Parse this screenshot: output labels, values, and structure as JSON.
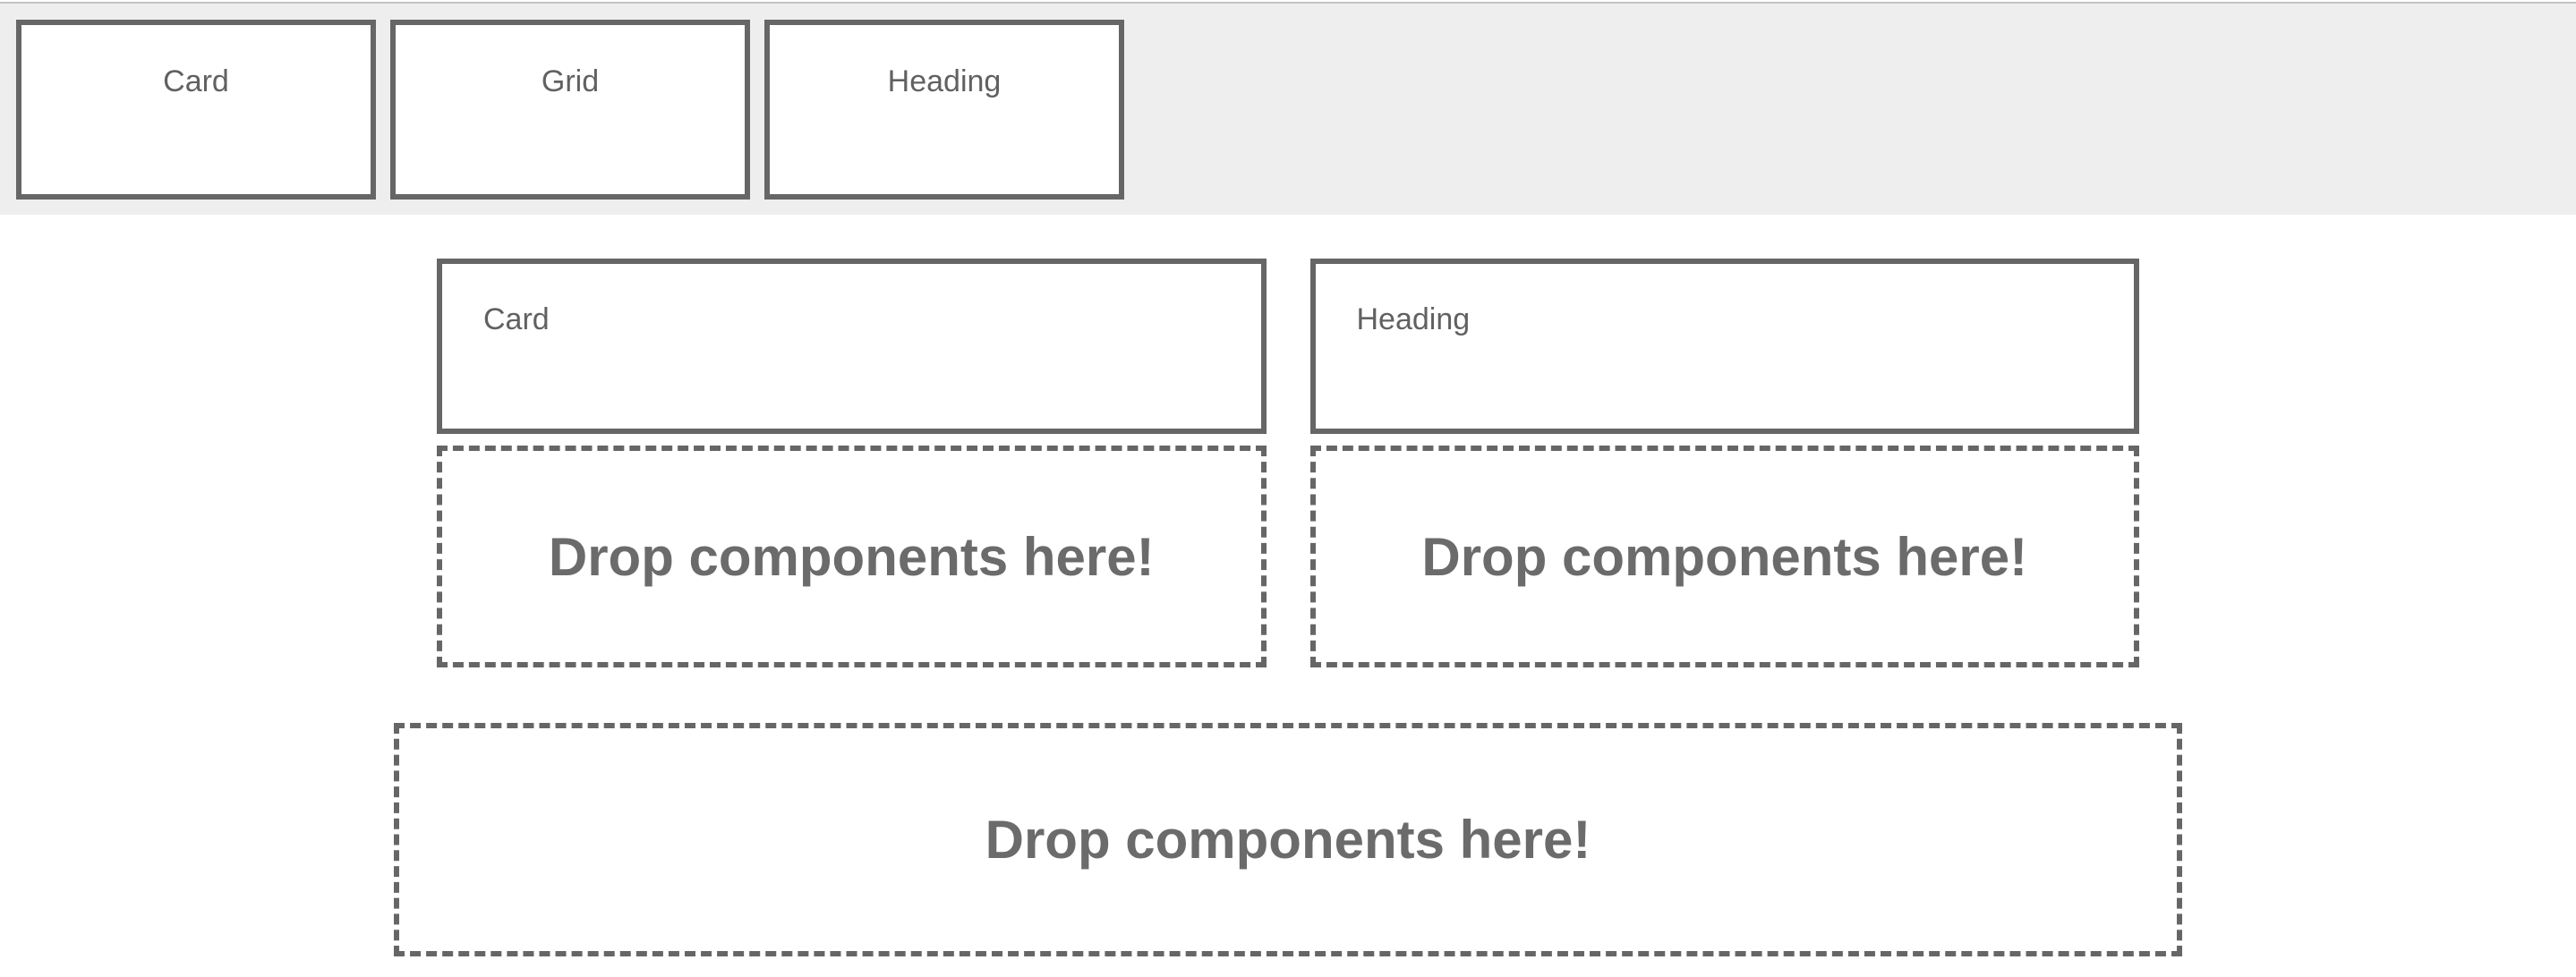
{
  "palette": {
    "items": [
      {
        "label": "Card"
      },
      {
        "label": "Grid"
      },
      {
        "label": "Heading"
      }
    ]
  },
  "canvas": {
    "columns": [
      {
        "component": {
          "label": "Card"
        },
        "dropzone": {
          "text": "Drop components here!"
        }
      },
      {
        "component": {
          "label": "Heading"
        },
        "dropzone": {
          "text": "Drop components here!"
        }
      }
    ],
    "main_dropzone": {
      "text": "Drop components here!"
    }
  },
  "colors": {
    "palette_background": "#eeeeee",
    "component_border": "#666666",
    "label_text": "#616161",
    "dropzone_text": "#6b6b6b"
  }
}
